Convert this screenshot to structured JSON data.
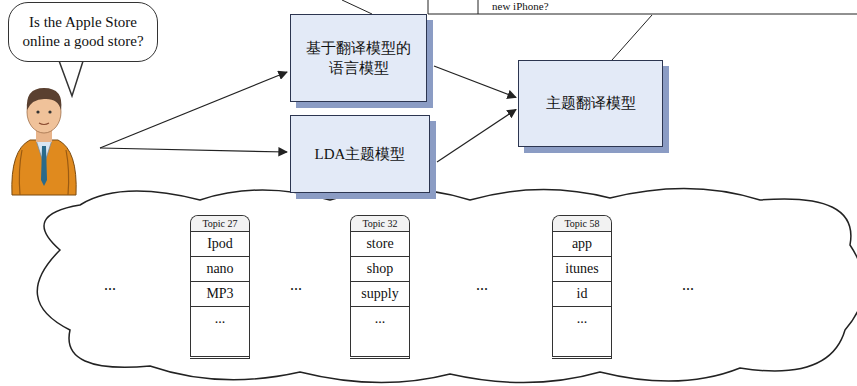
{
  "diagram": {
    "nodes": [
      {
        "text": [
          "Is the Apple Store online a good store?"
        ]
      },
      {
        "text": [
          "基于翻译模型的 语言模型"
        ]
      },
      {
        "text": [
          "LDA主题模型"
        ]
      },
      {
        "text": [
          "主题翻译模型"
        ]
      },
      {
        "text": [
          "Topic 27",
          "Ipod",
          "nano",
          "MP3",
          "..."
        ]
      },
      {
        "text": [
          "Topic 32",
          "store",
          "shop",
          "supply",
          "..."
        ]
      },
      {
        "text": [
          "Topic 58",
          "app",
          "itunes",
          "id",
          "..."
        ]
      }
    ],
    "edges": [
      {
        "from": 1,
        "to": 3,
        "arrow": "to"
      },
      {
        "from": 2,
        "to": 3,
        "arrow": "to"
      }
    ],
    "labels": [
      "new iPhone?",
      "...",
      "...",
      "...",
      "..."
    ]
  }
}
